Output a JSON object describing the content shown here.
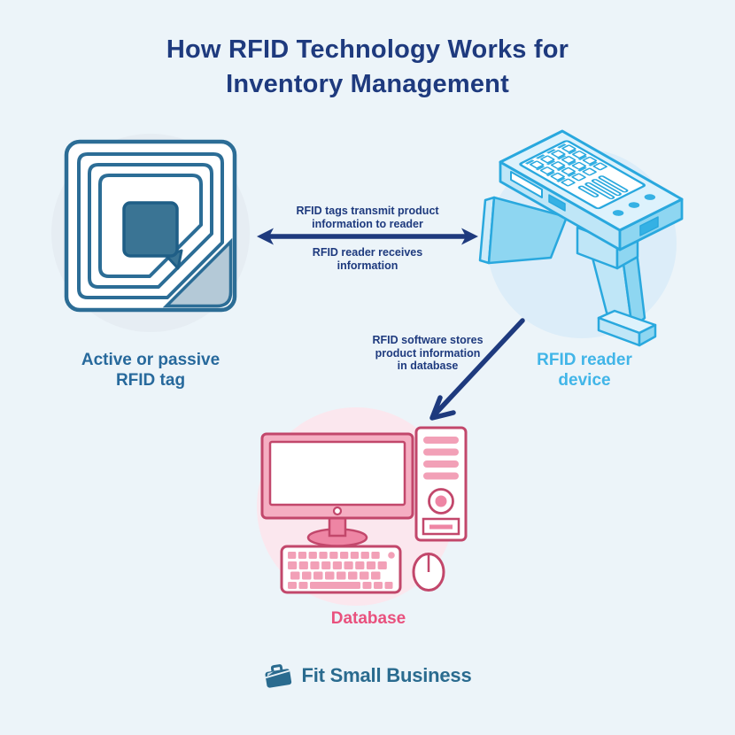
{
  "title": {
    "lines": [
      "How RFID Technology Works for",
      "Inventory Management"
    ]
  },
  "nodes": {
    "tag": {
      "label_lines": [
        "Active or passive",
        "RFID tag"
      ]
    },
    "reader": {
      "label_lines": [
        "RFID reader",
        "device"
      ]
    },
    "database": {
      "label": "Database"
    }
  },
  "annotations": {
    "tag_to_reader": {
      "lines": [
        "RFID tags transmit product",
        "information to reader"
      ]
    },
    "reader_to_tag": {
      "lines": [
        "RFID reader receives",
        "information"
      ]
    },
    "reader_to_database": {
      "lines": [
        "RFID software stores",
        "product information",
        "in database"
      ]
    }
  },
  "footer": {
    "brand": "Fit Small Business"
  },
  "icons": {
    "brand_logo": "briefcase-icon",
    "tag_reader_link": "double-headed-arrow-icon",
    "reader_database_link": "arrow-down-left-icon",
    "tag_node": "rfid-tag-illustration",
    "reader_node": "rfid-reader-illustration",
    "database_node": "desktop-computer-illustration"
  },
  "colors": {
    "background": "#ecf4f9",
    "navy": "#1e3a7e",
    "steel-blue": "#2c6d96",
    "steel-fill": "#3a7494",
    "tag-corner": "#b4c9d7",
    "sky": "#29a8de",
    "sky-label": "#41b5e8",
    "reader-light": "#ddf2fc",
    "reader-mid": "#bfe6f7",
    "reader-dark": "#8ed6f1",
    "crimson": "#c2476b",
    "pink-light": "#f5aec2",
    "pink-mid": "#ee85a4",
    "pink-key": "#f2a0b7",
    "pink-label": "#e9517e",
    "pink-circle": "#fbe7ee",
    "tag-circle": "#e6edf3",
    "reader-circle": "#dcedf9",
    "brand-teal": "#2a6b8f"
  }
}
